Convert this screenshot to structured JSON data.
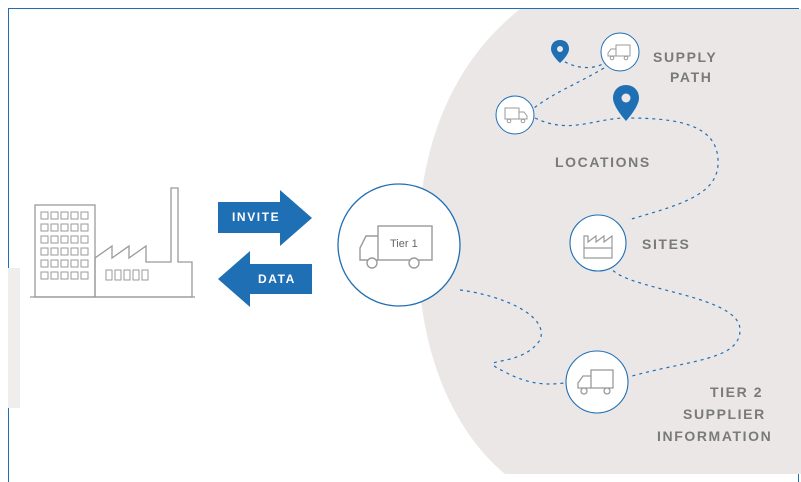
{
  "arrows": {
    "invite": "INVITE",
    "data": "DATA"
  },
  "tier1": {
    "label": "Tier 1"
  },
  "labels": {
    "supply_path": [
      "SUPPLY",
      "PATH"
    ],
    "locations": "LOCATIONS",
    "sites": "SITES",
    "tier2": [
      "TIER 2",
      "SUPPLIER",
      "INFORMATION"
    ]
  },
  "colors": {
    "brand_blue": "#1f6fb4",
    "circle_bg": "#ebe7e7",
    "line_gray": "#9a9a9a",
    "label_gray": "#7a7a7a"
  },
  "icons": [
    "factory-icon",
    "truck-icon",
    "location-pin-icon",
    "factory-site-icon"
  ]
}
